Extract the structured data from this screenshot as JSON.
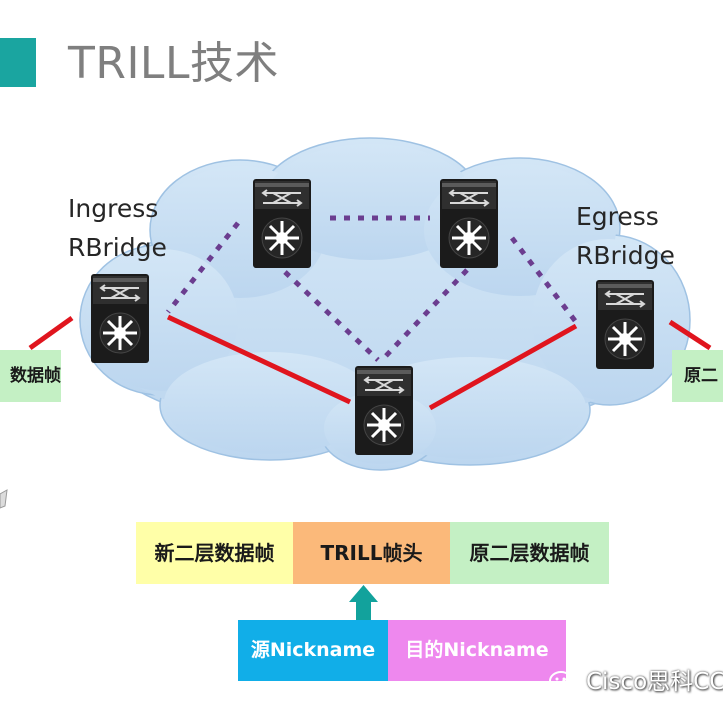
{
  "title": "TRILL技术",
  "ingress_label": [
    "Ingress",
    "RBridge"
  ],
  "egress_label": [
    "Egress",
    "RBridge"
  ],
  "left_side_box": "数据帧",
  "right_side_box": "原二",
  "frame": {
    "new_header": "新二层数据帧",
    "trill_header": "TRILL帧头",
    "original_frame": "原二层数据帧"
  },
  "nickname": {
    "source": "源Nickname",
    "destination": "目的Nickname"
  },
  "watermark": "Cisco思科CC",
  "colors": {
    "accent": "#1aa5a0",
    "cloud": "#c9dff3",
    "red_link": "#e0151e",
    "dotted_link": "#6b3d8f",
    "new_header_bg": "#ffffa8",
    "trill_header_bg": "#fbb97a",
    "original_frame_bg": "#c4f0c4",
    "source_nick_bg": "#11aee8",
    "dest_nick_bg": "#ee88ee",
    "arrow": "#12a29c"
  },
  "icons": {
    "switch": "layer3-switch-icon",
    "watermark": "wechat-icon"
  }
}
